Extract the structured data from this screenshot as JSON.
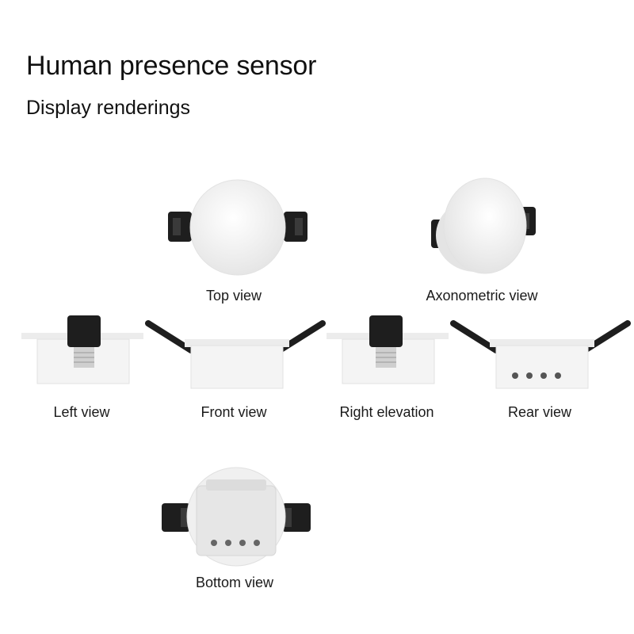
{
  "title": "Human presence sensor",
  "subtitle": "Display renderings",
  "views": {
    "top": "Top view",
    "axonometric": "Axonometric view",
    "left": "Left view",
    "front": "Front view",
    "right": "Right elevation",
    "rear": "Rear view",
    "bottom": "Bottom view"
  },
  "colors": {
    "body": "#f4f4f4",
    "shade": "#dedede",
    "clip": "#1e1e1e",
    "text": "#111111"
  }
}
